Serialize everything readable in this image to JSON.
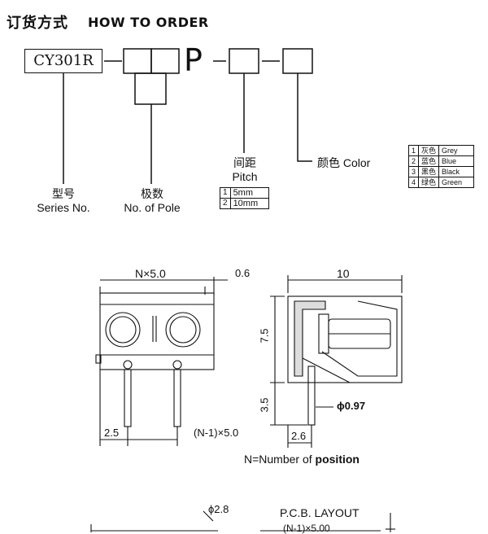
{
  "order": {
    "title_cn": "订货方式",
    "title_en": "HOW TO ORDER",
    "series_code": "CY301R",
    "p_letter": "P",
    "series_caption": [
      "型号",
      "Series No."
    ],
    "pole_caption": [
      "极数",
      "No. of Pole"
    ],
    "pitch_caption": [
      "间距",
      "Pitch"
    ],
    "color_caption": "颜色 Color",
    "pitch_options": [
      {
        "num": "1",
        "label": "5mm"
      },
      {
        "num": "2",
        "label": "10mm"
      }
    ],
    "color_options": [
      {
        "num": "1",
        "cn": "灰色",
        "en": "Grey"
      },
      {
        "num": "2",
        "cn": "蓝色",
        "en": "Blue"
      },
      {
        "num": "3",
        "cn": "黑色",
        "en": "Black"
      },
      {
        "num": "4",
        "cn": "绿色",
        "en": "Green"
      }
    ]
  },
  "drawing": {
    "dim_width": "N×5.0",
    "dim_offset": "0.6",
    "dim_pin_offset": "2.5",
    "dim_pitch": "(N-1)×5.0",
    "dim_depth": "10",
    "dim_height": "7.5",
    "dim_pin_length": "3.5",
    "dim_pin_diameter": "ϕ0.97",
    "dim_pin_x": "2.6",
    "note_prefix": "N=Number of ",
    "note_bold": "position"
  },
  "bottom": {
    "hole_diameter": "ϕ2.8",
    "pcb_title": "P.C.B. LAYOUT",
    "pcb_dim": "(N-1)×5.00"
  }
}
